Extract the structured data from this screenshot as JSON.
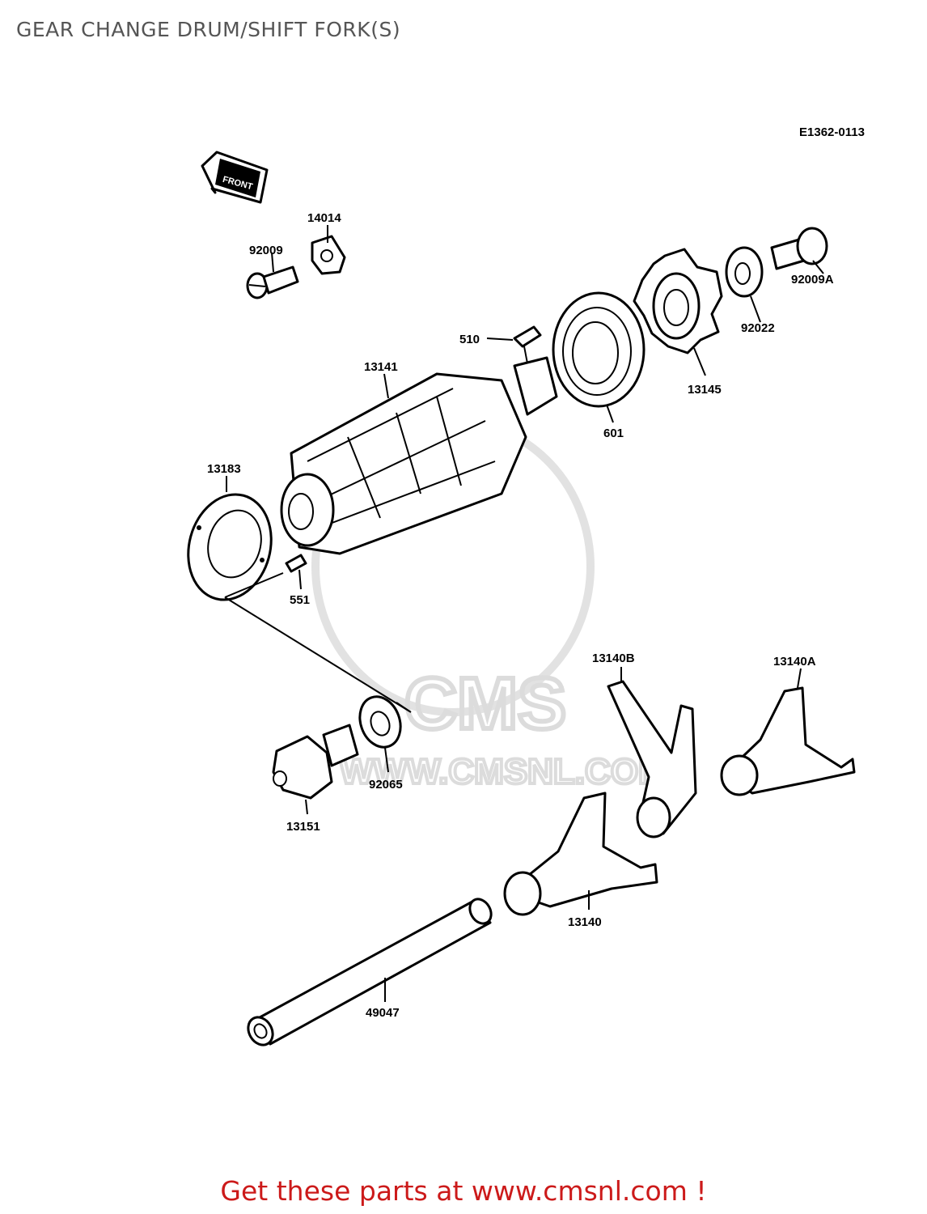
{
  "title": "GEAR CHANGE DRUM/SHIFT FORK(S)",
  "diagram_code": "E1362-0113",
  "front_marker": "FRONT",
  "watermark": {
    "brand": "CMS",
    "url": "WWW.CMSNL.COM"
  },
  "part_labels": {
    "p14014": "14014",
    "p92009": "92009",
    "p92009a": "92009A",
    "p92022": "92022",
    "p510": "510",
    "p13141": "13141",
    "p13145": "13145",
    "p601": "601",
    "p13183": "13183",
    "p551": "551",
    "p13140b": "13140B",
    "p13140a": "13140A",
    "p92065": "92065",
    "p13151": "13151",
    "p13140": "13140",
    "p49047": "49047"
  },
  "promo_text": "Get these parts at www.cmsnl.com !",
  "colors": {
    "title": "#555555",
    "promo": "#cc1a1a",
    "watermark": "#dcdcdc"
  }
}
